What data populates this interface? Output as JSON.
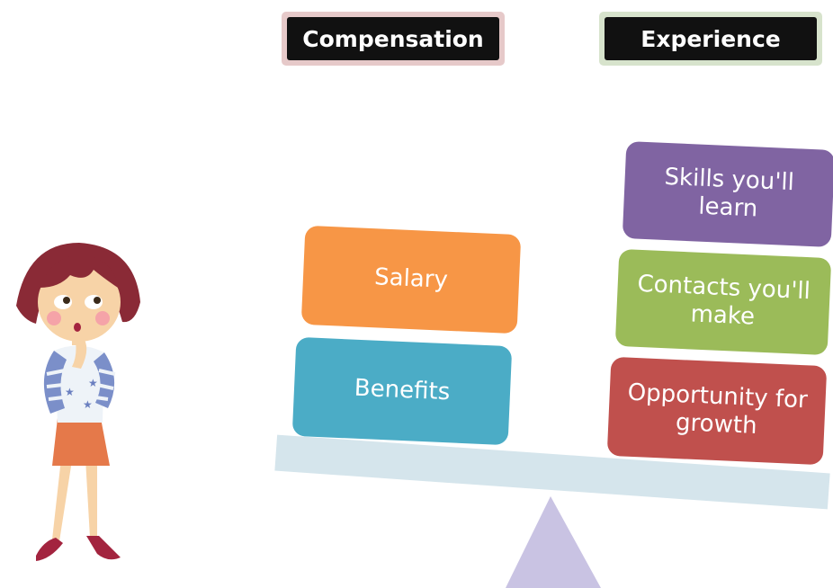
{
  "headers": {
    "compensation": "Compensation",
    "experience": "Experience"
  },
  "compensation_blocks": {
    "salary": "Salary",
    "benefits": "Benefits"
  },
  "experience_blocks": {
    "skills": "Skills you'll learn",
    "contacts": "Contacts you'll make",
    "growth": "Opportunity for growth"
  },
  "colors": {
    "salary": "#f79646",
    "benefits": "#4bacc6",
    "skills": "#8064a2",
    "contacts": "#9bbb59",
    "growth": "#c0504d",
    "plank": "#d5e5ec",
    "fulcrum": "#c9c3e3"
  }
}
